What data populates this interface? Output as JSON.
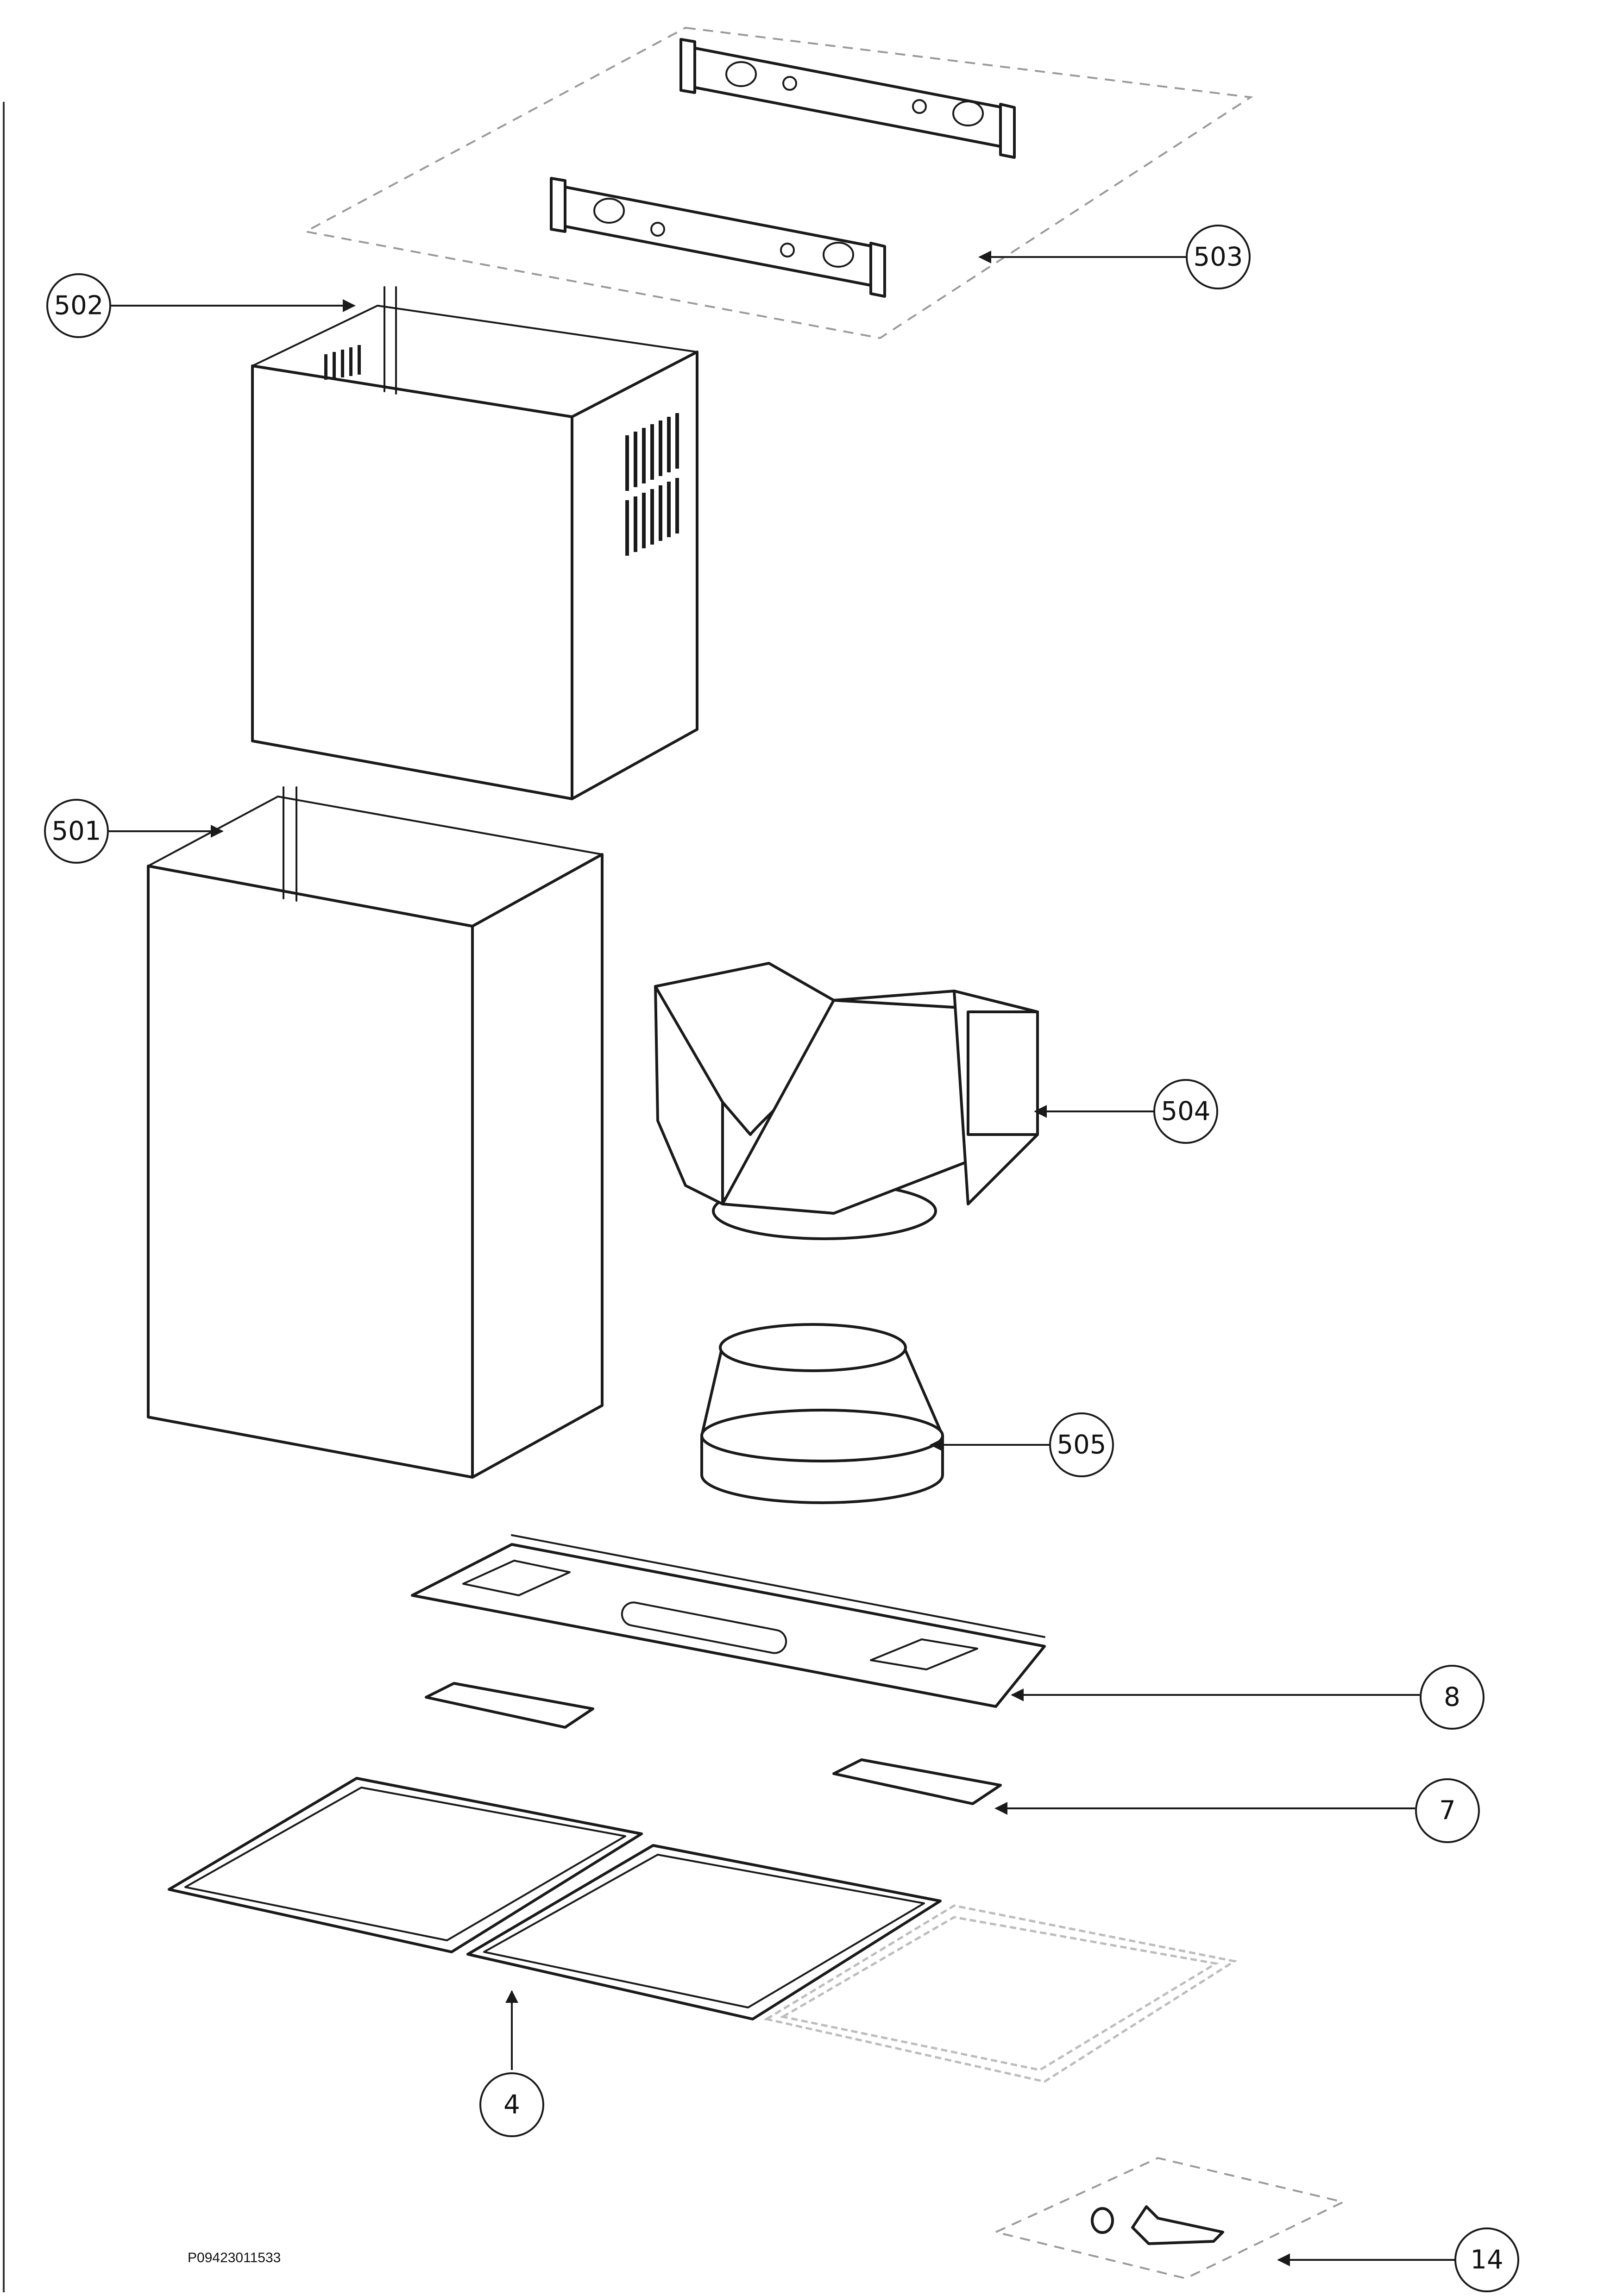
{
  "callouts": [
    {
      "id": "503",
      "label": "503"
    },
    {
      "id": "502",
      "label": "502"
    },
    {
      "id": "501",
      "label": "501"
    },
    {
      "id": "504",
      "label": "504"
    },
    {
      "id": "505",
      "label": "505"
    },
    {
      "id": "8",
      "label": "8"
    },
    {
      "id": "7",
      "label": "7"
    },
    {
      "id": "4",
      "label": "4"
    },
    {
      "id": "14",
      "label": "14"
    }
  ],
  "document_id": "P09423011533",
  "colors": {
    "line": "#1a1a1a",
    "ghost": "#9a9a9a",
    "background": "#ffffff"
  }
}
